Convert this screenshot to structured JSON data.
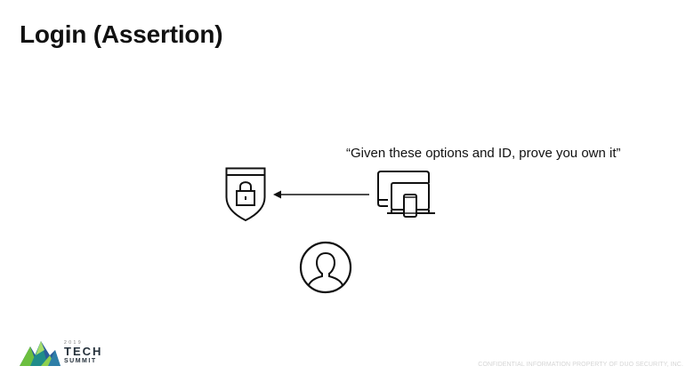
{
  "slide": {
    "title": "Login (Assertion)",
    "quote": "“Given these options and ID, prove you own it”",
    "footer_note": "CONFIDENTIAL INFORMATION PROPERTY OF DUO SECURITY, INC."
  },
  "branding": {
    "year": "2019",
    "line1": "TECH",
    "line2": "SUMMIT"
  },
  "icons": {
    "authenticator": "shield-lock-icon",
    "flow": "arrow-left-icon",
    "client": "devices-icon",
    "person": "user-icon"
  },
  "colors": {
    "ink": "#111111",
    "logo_green": "#6cbf3f",
    "logo_teal": "#1f8c8a",
    "logo_blue": "#2a5d9a",
    "footer_gray": "#d5d5d5"
  }
}
